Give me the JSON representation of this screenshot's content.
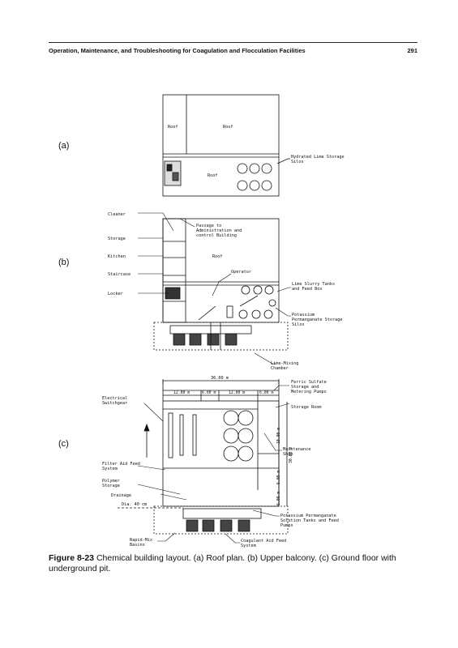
{
  "header": {
    "title": "Operation, Maintenance, and Troubleshooting for Coagulation and Flocculation Facilities",
    "page_number": "291"
  },
  "panels": {
    "a": {
      "label": "(a)",
      "roof_left": "Roof",
      "roof_right": "Roof",
      "roof_lower": "Roof",
      "lime_silos": "Hydrated Lime Storage Silos"
    },
    "b": {
      "label": "(b)",
      "cleaner": "Cleaner",
      "storage": "Storage",
      "kitchen": "Kitchen",
      "staircase": "Staircase",
      "locker": "Locker",
      "passage": "Passage to Administration and control Building",
      "roof": "Roof",
      "operator": "Operator",
      "lime_slurry": "Lime Slurry Tanks and Feed Box",
      "potassium": "Potassium Permanganate Storage Silos",
      "lime_mixing": "Lime-Mixing Chamber"
    },
    "c": {
      "label": "(c)",
      "dim_total": "36.00 m",
      "dim_a": "12.00 m",
      "dim_b": "6.00 m",
      "dim_c": "12.00 m",
      "dim_d": "6.00 m",
      "dim_v1": "18.00 m",
      "dim_v2": "30.00 m",
      "dim_v3": "6.00 m",
      "dim_v4": "6.00 m",
      "electrical": "Electrical Switchgear",
      "ferric": "Ferric Sulfate Storage and Metering Pumps",
      "storage_room": "Storage Room",
      "maintenance": "Maintenance Shop",
      "filter_aid": "Filter Aid Feed System",
      "polymer": "Polymer Storage",
      "drainage": "Drainage",
      "dia": "Dia. 40 cm",
      "potassium_sol": "Potassium Permanganate Solution Tanks and Feed Pumps",
      "rapid_mix": "Rapid-Mix Basins",
      "coagulant": "Coagulant Aid Feed System"
    }
  },
  "caption": {
    "figure_no": "Figure 8-23",
    "text": "Chemical building layout. (a) Roof plan. (b) Upper balcony. (c) Ground floor with underground pit."
  }
}
